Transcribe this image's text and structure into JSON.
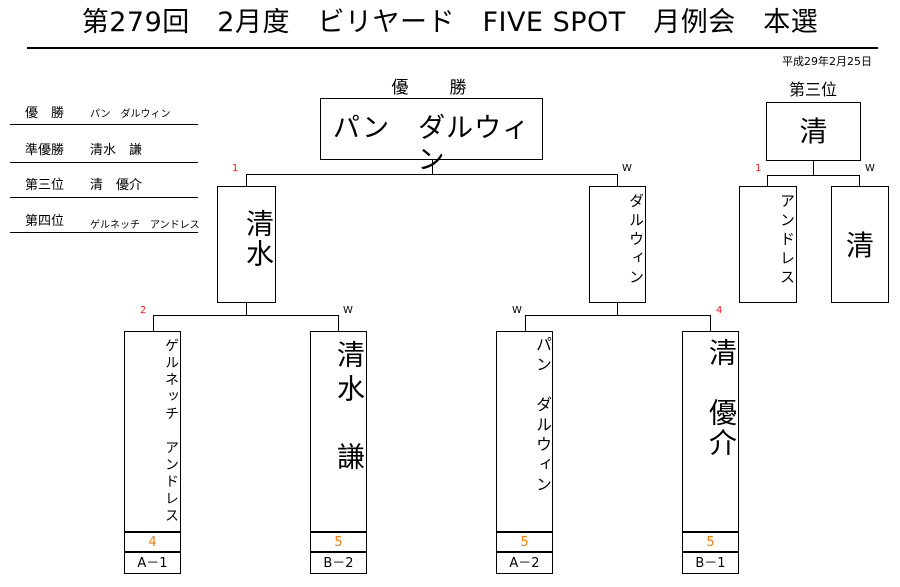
{
  "title": "第279回　2月度　ビリヤード　FIVE SPOT　月例会　本選",
  "date": "平成29年2月25日",
  "headers": {
    "champion": "優　勝",
    "third": "第三位"
  },
  "results": [
    {
      "label": "優　勝",
      "value": "パン　ダルウィン"
    },
    {
      "label": "準優勝",
      "value": "清水　謙"
    },
    {
      "label": "第三位",
      "value": "清　優介"
    },
    {
      "label": "第四位",
      "value": "ゲルネッチ　アンドレス"
    }
  ],
  "champion_name": "パン　ダルウィン",
  "third_winner": "清",
  "semifinal": {
    "left": "清水",
    "right": "ダルウィン",
    "left_mark": "1",
    "right_mark": "W"
  },
  "third_match": {
    "left": "アンドレス",
    "right": "清",
    "left_mark": "1",
    "right_mark": "W"
  },
  "players": [
    {
      "name": "ゲルネッチ　アンドレス",
      "mark": "2",
      "score": "4",
      "slot": "A－1"
    },
    {
      "name": "清水　謙",
      "mark": "W",
      "score": "5",
      "slot": "B－2"
    },
    {
      "name": "パン　ダルウィン",
      "mark": "W",
      "score": "5",
      "slot": "A－2"
    },
    {
      "name": "清　優介",
      "mark": "4",
      "score": "5",
      "slot": "B－1"
    }
  ]
}
